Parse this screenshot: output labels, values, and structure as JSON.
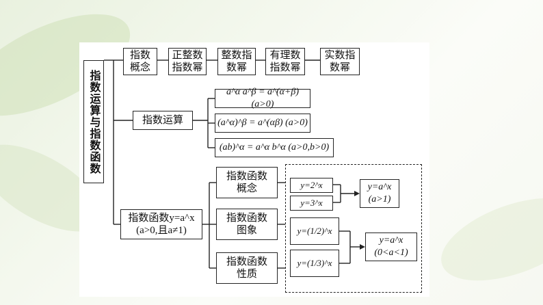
{
  "root": {
    "label": "指数运算与指数函数"
  },
  "branch_exponent_concept": {
    "steps": [
      [
        "指数",
        "概念"
      ],
      [
        "正整数",
        "指数幂"
      ],
      [
        "整数指",
        "数幂"
      ],
      [
        "有理数",
        "指数幂"
      ],
      [
        "实数指",
        "数幂"
      ]
    ]
  },
  "branch_operations": {
    "label": "指数运算",
    "rules": [
      "a^α a^β = a^(α+β) (a>0)",
      "(a^α)^β = a^(αβ) (a>0)",
      "(ab)^α = a^α b^α (a>0,b>0)"
    ]
  },
  "branch_function": {
    "label_line1": "指数函数y=a^x",
    "label_line2": "(a>0,且a≠1)",
    "children": [
      [
        "指数函数",
        "概念"
      ],
      [
        "指数函数",
        "图象"
      ],
      [
        "指数函数",
        "性质"
      ]
    ],
    "examples_increasing": [
      "y=2^x",
      "y=3^x"
    ],
    "result_increasing": [
      "y=a^x",
      "(a>1)"
    ],
    "examples_decreasing": [
      "y=(1/2)^x",
      "y=(1/3)^x"
    ],
    "result_decreasing": [
      "y=a^x",
      "(0<a<1)"
    ]
  },
  "colors": {
    "line": "#222222",
    "box_border": "#222222",
    "background": "#ffffff"
  }
}
